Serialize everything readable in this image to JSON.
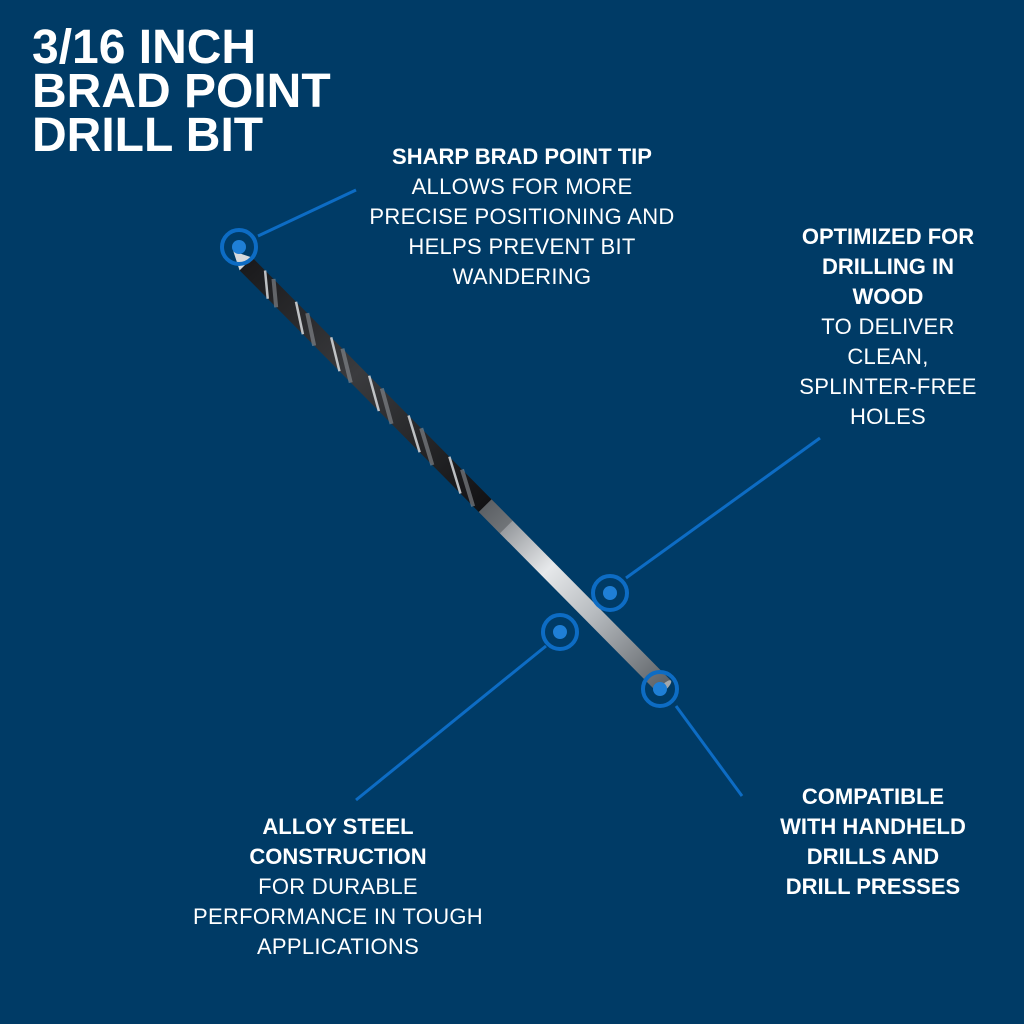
{
  "title": {
    "line1": "3/16 INCH",
    "line2": "BRAD POINT",
    "line3": "DRILL BIT"
  },
  "colors": {
    "background": "#003b66",
    "accent": "#0d6cc4",
    "accent_dot": "#1f7fd6",
    "text": "#ffffff"
  },
  "callouts": {
    "tip": {
      "heading": "SHARP BRAD POINT TIP",
      "body_lines": [
        "ALLOWS FOR MORE",
        "PRECISE POSITIONING AND",
        "HELPS PREVENT BIT",
        "WANDERING"
      ]
    },
    "wood": {
      "heading_lines": [
        "OPTIMIZED FOR",
        "DRILLING IN",
        "WOOD"
      ],
      "body_lines": [
        "TO DELIVER",
        "CLEAN,",
        "SPLINTER-FREE",
        "HOLES"
      ]
    },
    "steel": {
      "heading_lines": [
        "ALLOY STEEL",
        "CONSTRUCTION"
      ],
      "body_lines": [
        "FOR DURABLE",
        "PERFORMANCE IN TOUGH",
        "APPLICATIONS"
      ]
    },
    "compat": {
      "heading_lines": [
        "COMPATIBLE",
        "WITH HANDHELD",
        "DRILLS AND",
        "DRILL PRESSES"
      ]
    }
  }
}
